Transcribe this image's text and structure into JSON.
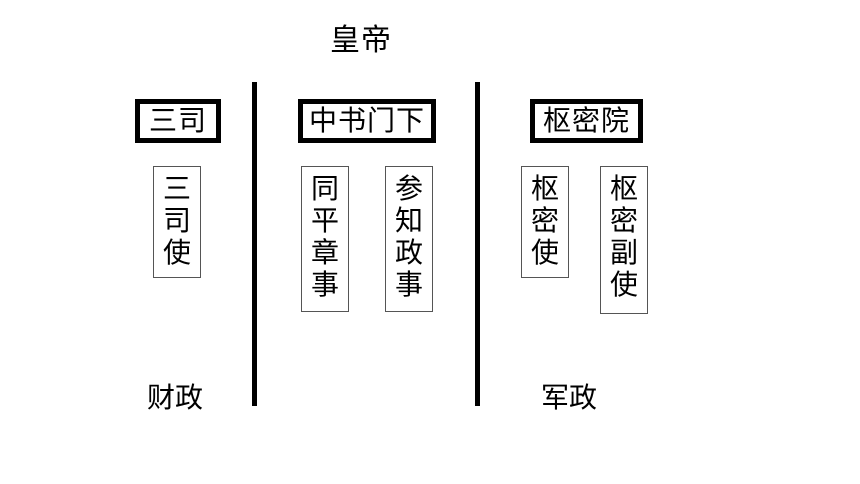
{
  "title": "皇帝",
  "departments": {
    "sansi": "三司",
    "zhongshu": "中书门下",
    "shumi": "枢密院"
  },
  "officials": {
    "sansi_shi": [
      "三",
      "司",
      "使"
    ],
    "tong_ping_zhang_shi": [
      "同",
      "平",
      "章",
      "事"
    ],
    "can_zhi_zheng_shi": [
      "参",
      "知",
      "政",
      "事"
    ],
    "shumi_shi": [
      "枢",
      "密",
      "使"
    ],
    "shumi_fu_shi": [
      "枢",
      "密",
      "副",
      "使"
    ]
  },
  "bottom_labels": {
    "finance": "财政",
    "military": "军政"
  }
}
